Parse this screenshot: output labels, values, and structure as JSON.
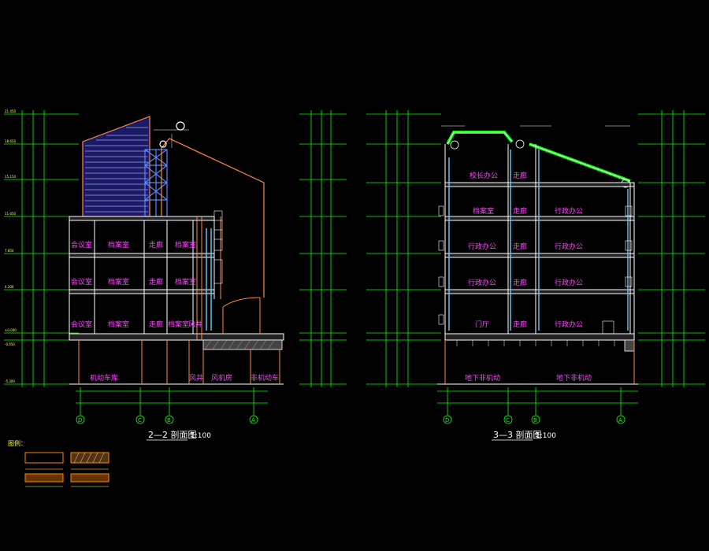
{
  "section_22": {
    "title": "2—2 剖面图",
    "scale": "1:100",
    "rooms": {
      "r1_meeting": "会议室",
      "r1_storage": "档案室",
      "r1_corridor": "走廊",
      "r1_storage2": "档案室",
      "r2_meeting": "会议室",
      "r2_storage": "档案室",
      "r2_corridor": "走廊",
      "r2_storage2": "档案室",
      "r3_meeting": "会议室",
      "r3_storage": "档案室",
      "r3_corridor": "走廊",
      "r3_storage2": "档案室",
      "r3_well": "风井",
      "b_motor": "机动车库",
      "b_well": "风井",
      "b_fan": "风机房",
      "b_nonmotor": "非机动车"
    },
    "axes": [
      "D",
      "C",
      "B",
      "A"
    ]
  },
  "section_33": {
    "title": "3—3 剖面图",
    "scale": "1:100",
    "rooms": {
      "f5_principal": "校长办公",
      "f5_corridor": "走廊",
      "f4_archive": "档案室",
      "f4_corridor": "走廊",
      "f4_admin": "行政办公",
      "f3_admin": "行政办公",
      "f3_corridor": "走廊",
      "f3_admin2": "行政办公",
      "f2_admin": "行政办公",
      "f2_corridor": "走廊",
      "f2_admin2": "行政办公",
      "f1_hall": "门厅",
      "f1_corridor": "走廊",
      "f1_admin": "行政办公",
      "b_under1": "地下非机动",
      "b_under2": "地下非机动"
    },
    "axes": [
      "D",
      "C",
      "B",
      "A"
    ]
  },
  "legend": {
    "heading": "图例："
  },
  "colors": {
    "background": "#000000",
    "dimension_green": "#00ff00",
    "room_text_magenta": "#ff44ff",
    "wall_white": "#ffffff",
    "glass_cyan": "#66ccff",
    "roof_purple": "#8080c0",
    "legend_orange": "#ff8800",
    "legend_yellow": "#ffff00"
  }
}
